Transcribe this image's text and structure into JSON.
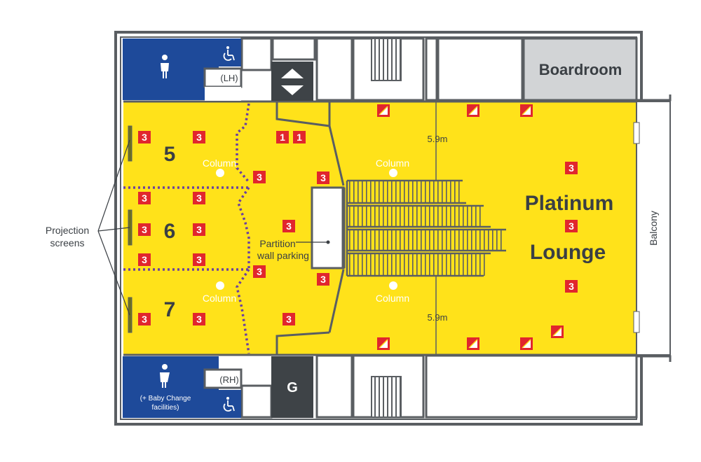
{
  "colors": {
    "floor": "#FFE21A",
    "wall": "#5A5E62",
    "toilet_blue": "#1E4A9A",
    "boardroom_gray": "#D2D4D6",
    "lift_dark": "#3E4347",
    "power_red": "#E1262D",
    "partition_purple": "#6B3FA0",
    "text_dark": "#3A3F44"
  },
  "rooms": {
    "boardroom": "Boardroom",
    "lounge_line1": "Platinum",
    "lounge_line2": "Lounge",
    "balcony": "Balcony",
    "room_5": "5",
    "room_6": "6",
    "room_7": "7"
  },
  "labels": {
    "projection_line1": "Projection",
    "projection_line2": "screens",
    "partition_line1": "Partition",
    "partition_line2": "wall parking",
    "column": "Column",
    "height_top": "5.9m",
    "height_bottom": "5.9m",
    "lh": "(LH)",
    "rh": "(RH)",
    "baby_line1": "(+ Baby Change",
    "baby_line2": "facilities)",
    "lift_g": "G"
  },
  "markers": {
    "single_socket": "3",
    "double_socket": "1"
  },
  "icons": [
    "toilet-icon",
    "accessible-icon",
    "lift-arrows-icon",
    "stairs-icon",
    "floor-box-icon",
    "socket-icon"
  ]
}
